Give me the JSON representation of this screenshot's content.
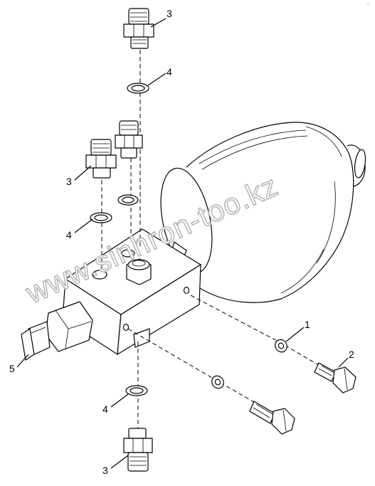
{
  "watermark": {
    "text": "www.sinhron-too.kz"
  },
  "corner_mark": "~",
  "callouts": {
    "fitting_top": "3",
    "washer_top": "4",
    "fitting_left": "3",
    "washer_left": "4",
    "plug": "5",
    "washer_small": "1",
    "bolt": "2",
    "washer_bottom": "4",
    "fitting_bottom": "3"
  }
}
